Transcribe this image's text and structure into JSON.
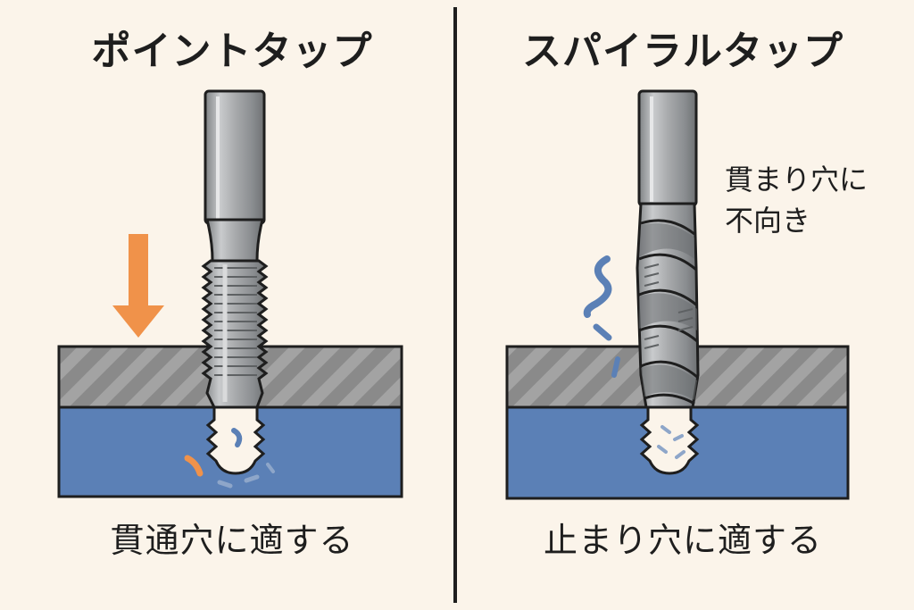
{
  "left_panel": {
    "title": "ポイントタップ",
    "caption": "貫通穴に適する"
  },
  "right_panel": {
    "title": "スパイラルタップ",
    "caption": "止まり穴に適する",
    "note_line1": "貫まり穴に",
    "note_line2": "不向き"
  },
  "colors": {
    "background": "#fbf4ea",
    "arrow": "#f0924a",
    "workpiece_top": "#8a8a8a",
    "workpiece_bottom": "#5b80b6",
    "chip_blue": "#5b80b6",
    "chip_orange": "#f0924a",
    "tool_steel": "#a9abad"
  },
  "icons": {
    "arrow": "down-arrow-icon"
  }
}
